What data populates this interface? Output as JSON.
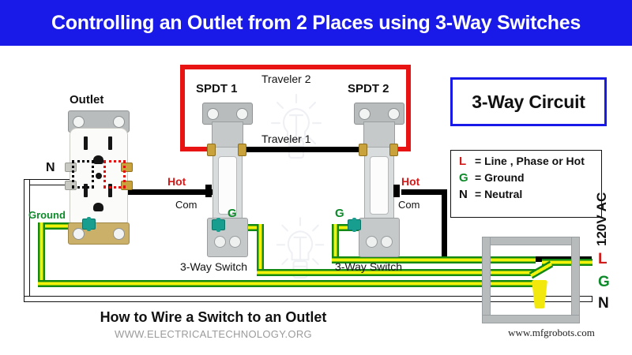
{
  "banner": {
    "title": "Controlling an Outlet from 2 Places using 3-Way Switches"
  },
  "outlet": {
    "title": "Outlet",
    "neutral_label": "N",
    "ground_label": "Ground"
  },
  "switches": {
    "left": {
      "name": "SPDT 1",
      "hot_label": "Hot",
      "com_label": "Com",
      "ground_label": "G",
      "caption": "3-Way Switch"
    },
    "right": {
      "name": "SPDT 2",
      "hot_label": "Hot",
      "com_label": "Com",
      "ground_label": "G",
      "caption": "3-Way Switch"
    },
    "traveler_top": "Traveler 2",
    "traveler_bottom": "Traveler 1"
  },
  "panel": {
    "circuit_title": "3-Way Circuit",
    "legend": [
      {
        "key": "L",
        "text": "= Line , Phase or Hot",
        "color": "#d21b1b"
      },
      {
        "key": "G",
        "text": "= Ground",
        "color": "#0d8a2a"
      },
      {
        "key": "N",
        "text": "= Neutral",
        "color": "#111111"
      }
    ]
  },
  "supply": {
    "line_label": "L",
    "ground_label": "G",
    "neutral_label": "N",
    "voltage": "120V AC"
  },
  "footer": {
    "caption": "How to Wire a Switch to an Outlet",
    "site": "WWW.ELECTRICALTECHNOLOGY.ORG",
    "watermark": "www.mfgrobots.com"
  },
  "colors": {
    "banner_blue": "#1a1ae8",
    "hot_red": "#e81414",
    "ground_green": "#138a13",
    "ground_yellow": "#f2f20a",
    "neutral_white": "#ffffff",
    "wire_black": "#000000"
  }
}
